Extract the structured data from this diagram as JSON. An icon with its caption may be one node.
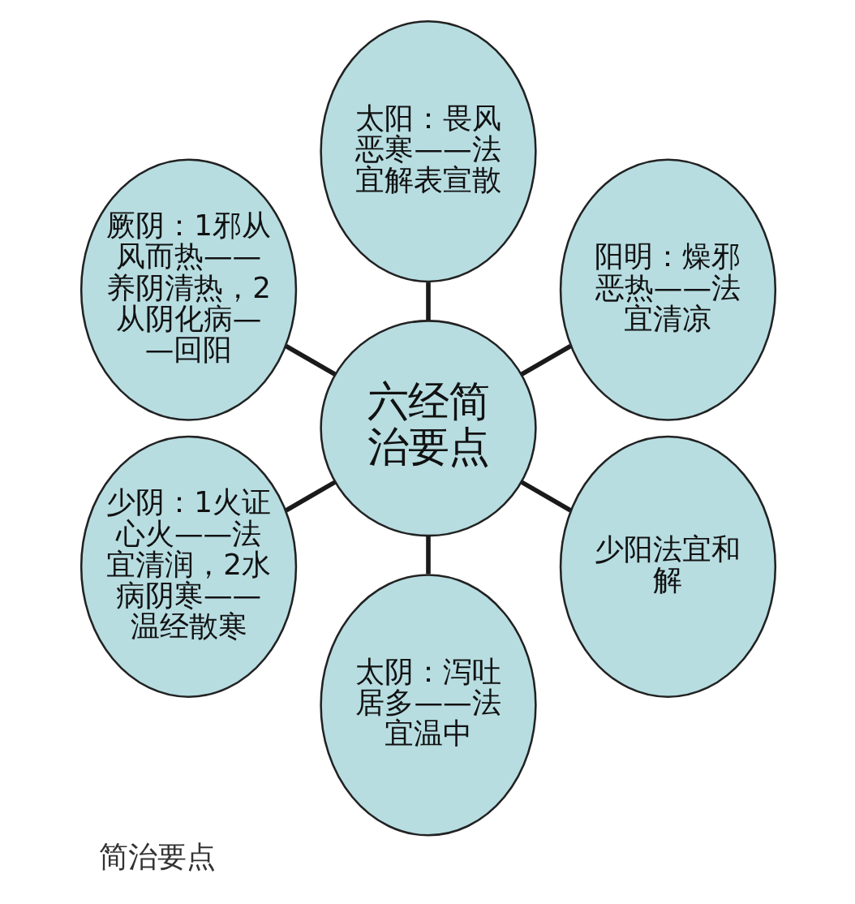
{
  "diagram": {
    "caption": "简治要点",
    "nodes": [
      {
        "text": [
          "太阳：畏风恶寒——法宜解表宣散"
        ]
      },
      {
        "text": [
          "厥阴：1邪从风而热——养阴清热，2从阴化病——回阳"
        ]
      },
      {
        "text": [
          "阳明：燥邪恶热——法宜清凉"
        ]
      },
      {
        "text": [
          "六经简治要点"
        ]
      },
      {
        "text": [
          "少阴：1火证心火——法宜清润，2水病阴寒——温经散寒"
        ]
      },
      {
        "text": [
          "少阳法宜和解"
        ]
      },
      {
        "text": [
          "太阴：泻吐居多——法宜温中"
        ]
      }
    ],
    "edges": [
      {
        "from": 3,
        "to": 0,
        "arrow": "none"
      },
      {
        "from": 3,
        "to": 2,
        "arrow": "none"
      },
      {
        "from": 3,
        "to": 5,
        "arrow": "none"
      },
      {
        "from": 3,
        "to": 6,
        "arrow": "none"
      },
      {
        "from": 3,
        "to": 4,
        "arrow": "none"
      },
      {
        "from": 3,
        "to": 1,
        "arrow": "none"
      }
    ]
  }
}
